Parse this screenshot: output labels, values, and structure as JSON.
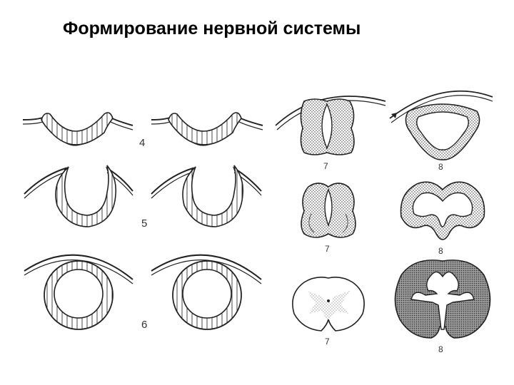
{
  "title": "Формирование нервной системы",
  "labels": {
    "stage_4": "4",
    "stage_5": "5",
    "stage_6": "6",
    "cord_a": "7",
    "cord_b": "7",
    "cord_c": "7",
    "brain_a": "8",
    "brain_b": "8",
    "brain_c": "8"
  }
}
